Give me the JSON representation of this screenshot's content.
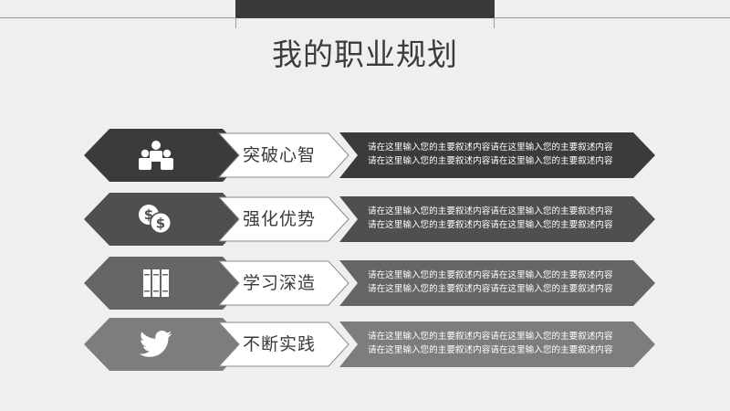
{
  "title": "我的职业规划",
  "items": [
    {
      "label": "突破心智",
      "icon": "team-icon",
      "color": "#3b3b3b",
      "text_line1": "请在这里输入您的主要叙述内容请在这里输入您的主要叙述内容",
      "text_line2": "请在这里输入您的主要叙述内容请在这里输入您的主要叙述内容"
    },
    {
      "label": "强化优势",
      "icon": "dollar-coins-icon",
      "color": "#4f4f4f",
      "text_line1": "请在这里输入您的主要叙述内容请在这里输入您的主要叙述内容",
      "text_line2": "请在这里输入您的主要叙述内容请在这里输入您的主要叙述内容"
    },
    {
      "label": "学习深造",
      "icon": "books-icon",
      "color": "#656565",
      "text_line1": "请在这里输入您的主要叙述内容请在这里输入您的主要叙述内容",
      "text_line2": "请在这里输入您的主要叙述内容请在这里输入您的主要叙述内容"
    },
    {
      "label": "不断实践",
      "icon": "twitter-bird-icon",
      "color": "#7d7d7d",
      "text_line1": "请在这里输入您的主要叙述内容请在这里输入您的主要叙述内容",
      "text_line2": "请在这里输入您的主要叙述内容请在这里输入您的主要叙述内容"
    }
  ]
}
